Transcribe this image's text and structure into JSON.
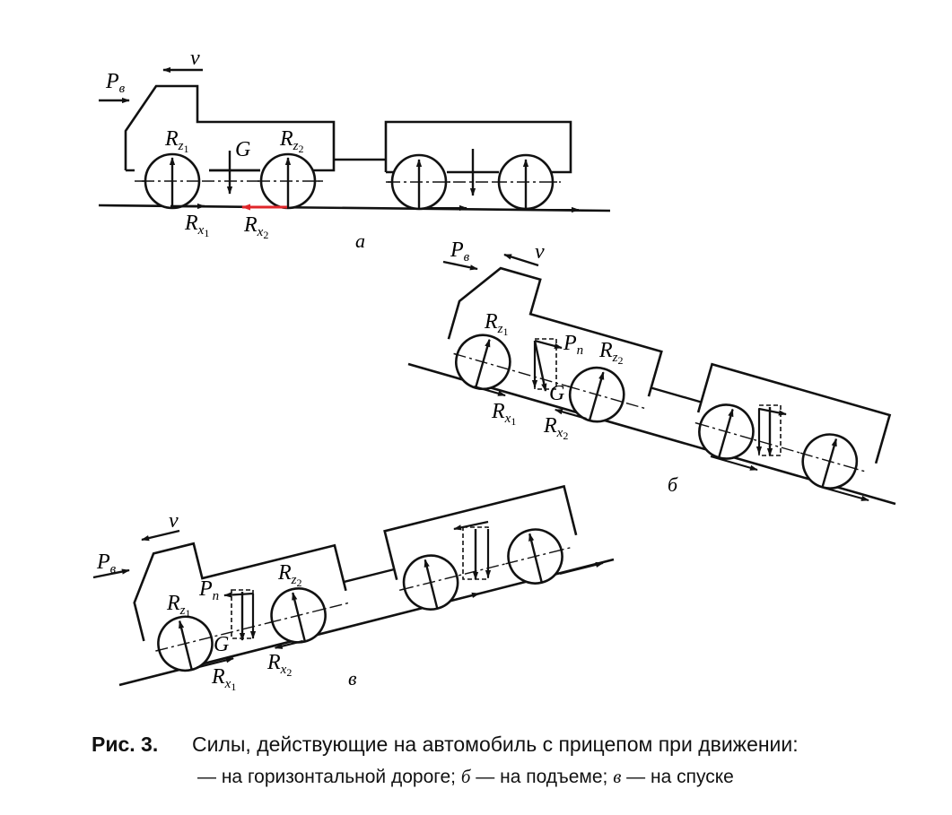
{
  "figure": {
    "labels": {
      "air_force": "P",
      "air_force_sub": "в",
      "velocity": "v",
      "normal_reaction": "R",
      "normal_sub_1": "z",
      "normal_sub_1_index": "1",
      "normal_sub_2": "z",
      "normal_sub_2_index": "2",
      "tangent_reaction": "R",
      "tangent_sub_1": "x",
      "tangent_sub_1_index": "1",
      "tangent_sub_2": "x",
      "tangent_sub_2_index": "2",
      "gravity": "G",
      "slope_force": "P",
      "slope_force_sub": "п"
    },
    "panels": {
      "a": "а",
      "b": "б",
      "v": "в"
    },
    "colors": {
      "ink": "#111111",
      "highlight": "#e0262a"
    }
  },
  "caption": {
    "label": "Рис. 3.",
    "line1": "Силы, действующие на автомобиль с прицепом при движении:",
    "line2_item_a_text": "— на горизонтальной дороге;",
    "line2_item_b_letter": "б",
    "line2_item_b_text": "— на подъеме;",
    "line2_item_c_letter": "в",
    "line2_item_c_text": "— на спуске"
  }
}
